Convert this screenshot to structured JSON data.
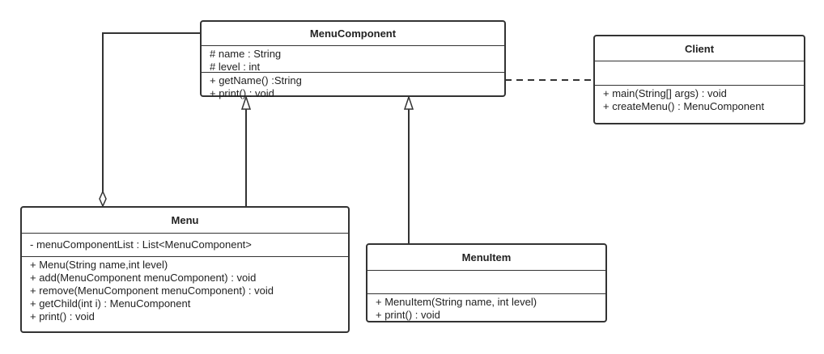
{
  "classes": {
    "menu_component": {
      "name": "MenuComponent",
      "attributes": [
        "# name : String",
        "# level : int"
      ],
      "operations": [
        "+ getName() :String",
        "+ print() : void"
      ]
    },
    "client": {
      "name": "Client",
      "attributes": [],
      "operations": [
        "+ main(String[] args) : void",
        "+ createMenu() : MenuComponent"
      ]
    },
    "menu": {
      "name": "Menu",
      "attributes": [
        "- menuComponentList : List<MenuComponent>"
      ],
      "operations": [
        "+ Menu(String name,int level)",
        "+ add(MenuComponent menuComponent) : void",
        "+ remove(MenuComponent menuComponent) : void",
        "+ getChild(int i) : MenuComponent",
        "+ print() : void"
      ]
    },
    "menu_item": {
      "name": "MenuItem",
      "attributes": [],
      "operations": [
        "+ MenuItem(String name, int level)",
        "+ print() : void"
      ]
    }
  },
  "relationships": [
    {
      "type": "aggregation",
      "from": "Menu",
      "to": "MenuComponent"
    },
    {
      "type": "generalization",
      "from": "Menu",
      "to": "MenuComponent"
    },
    {
      "type": "generalization",
      "from": "MenuItem",
      "to": "MenuComponent"
    },
    {
      "type": "dependency",
      "from": "Client",
      "to": "MenuComponent"
    }
  ],
  "colors": {
    "stroke": "#333333",
    "background": "#ffffff",
    "text": "#222222"
  }
}
